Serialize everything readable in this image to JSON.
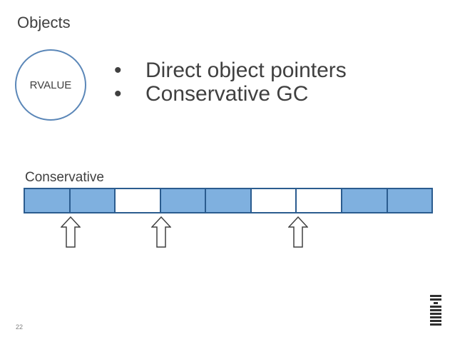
{
  "slide": {
    "title": "Objects",
    "rvalue_label": "RVALUE",
    "bullet_char": "•",
    "bullets": [
      "Direct object pointers",
      "Conservative GC"
    ],
    "section_label": "Conservative",
    "page_number": "22",
    "logo_text": "IBM"
  },
  "memory": {
    "cells": [
      "filled",
      "filled",
      "empty",
      "filled",
      "filled",
      "empty",
      "empty",
      "filled",
      "filled"
    ],
    "pointer_arrow_cells": [
      1,
      3,
      6
    ]
  },
  "colors": {
    "filled": "#7fb0df",
    "border": "#2b5c8f",
    "circle": "#5b87b8",
    "text": "#404040"
  }
}
